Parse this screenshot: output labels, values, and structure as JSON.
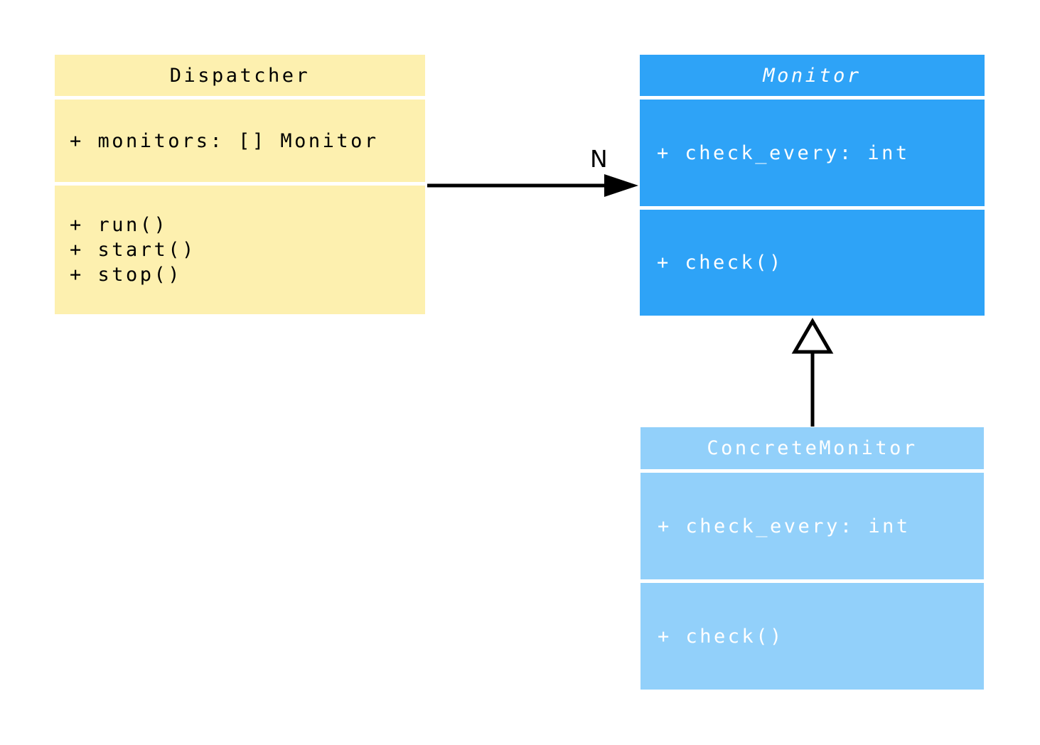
{
  "diagram": {
    "background": "#ffffff",
    "classes": [
      {
        "id": "dispatcher",
        "name": "Dispatcher",
        "attributes": [
          "+ monitors: [] Monitor"
        ],
        "methods": [
          "+ run()",
          "+ start()",
          "+ stop()"
        ],
        "fill": "#FDF0AF",
        "text_color": "#000000",
        "abstract": false
      },
      {
        "id": "monitor",
        "name": "Monitor",
        "attributes": [
          "+ check_every: int"
        ],
        "methods": [
          "+ check()"
        ],
        "fill": "#2EA3F7",
        "text_color": "#FFFFFF",
        "abstract": true
      },
      {
        "id": "concrete-monitor",
        "name": "ConcreteMonitor",
        "attributes": [
          "+ check_every: int"
        ],
        "methods": [
          "+ check()"
        ],
        "fill": "#92D0FA",
        "text_color": "#FFFFFF",
        "abstract": false
      }
    ],
    "relations": [
      {
        "type": "association",
        "from": "Dispatcher",
        "to": "Monitor",
        "label": "N",
        "line_color": "#000000"
      },
      {
        "type": "generalization",
        "from": "ConcreteMonitor",
        "to": "Monitor",
        "label": "",
        "line_color": "#000000"
      }
    ]
  }
}
